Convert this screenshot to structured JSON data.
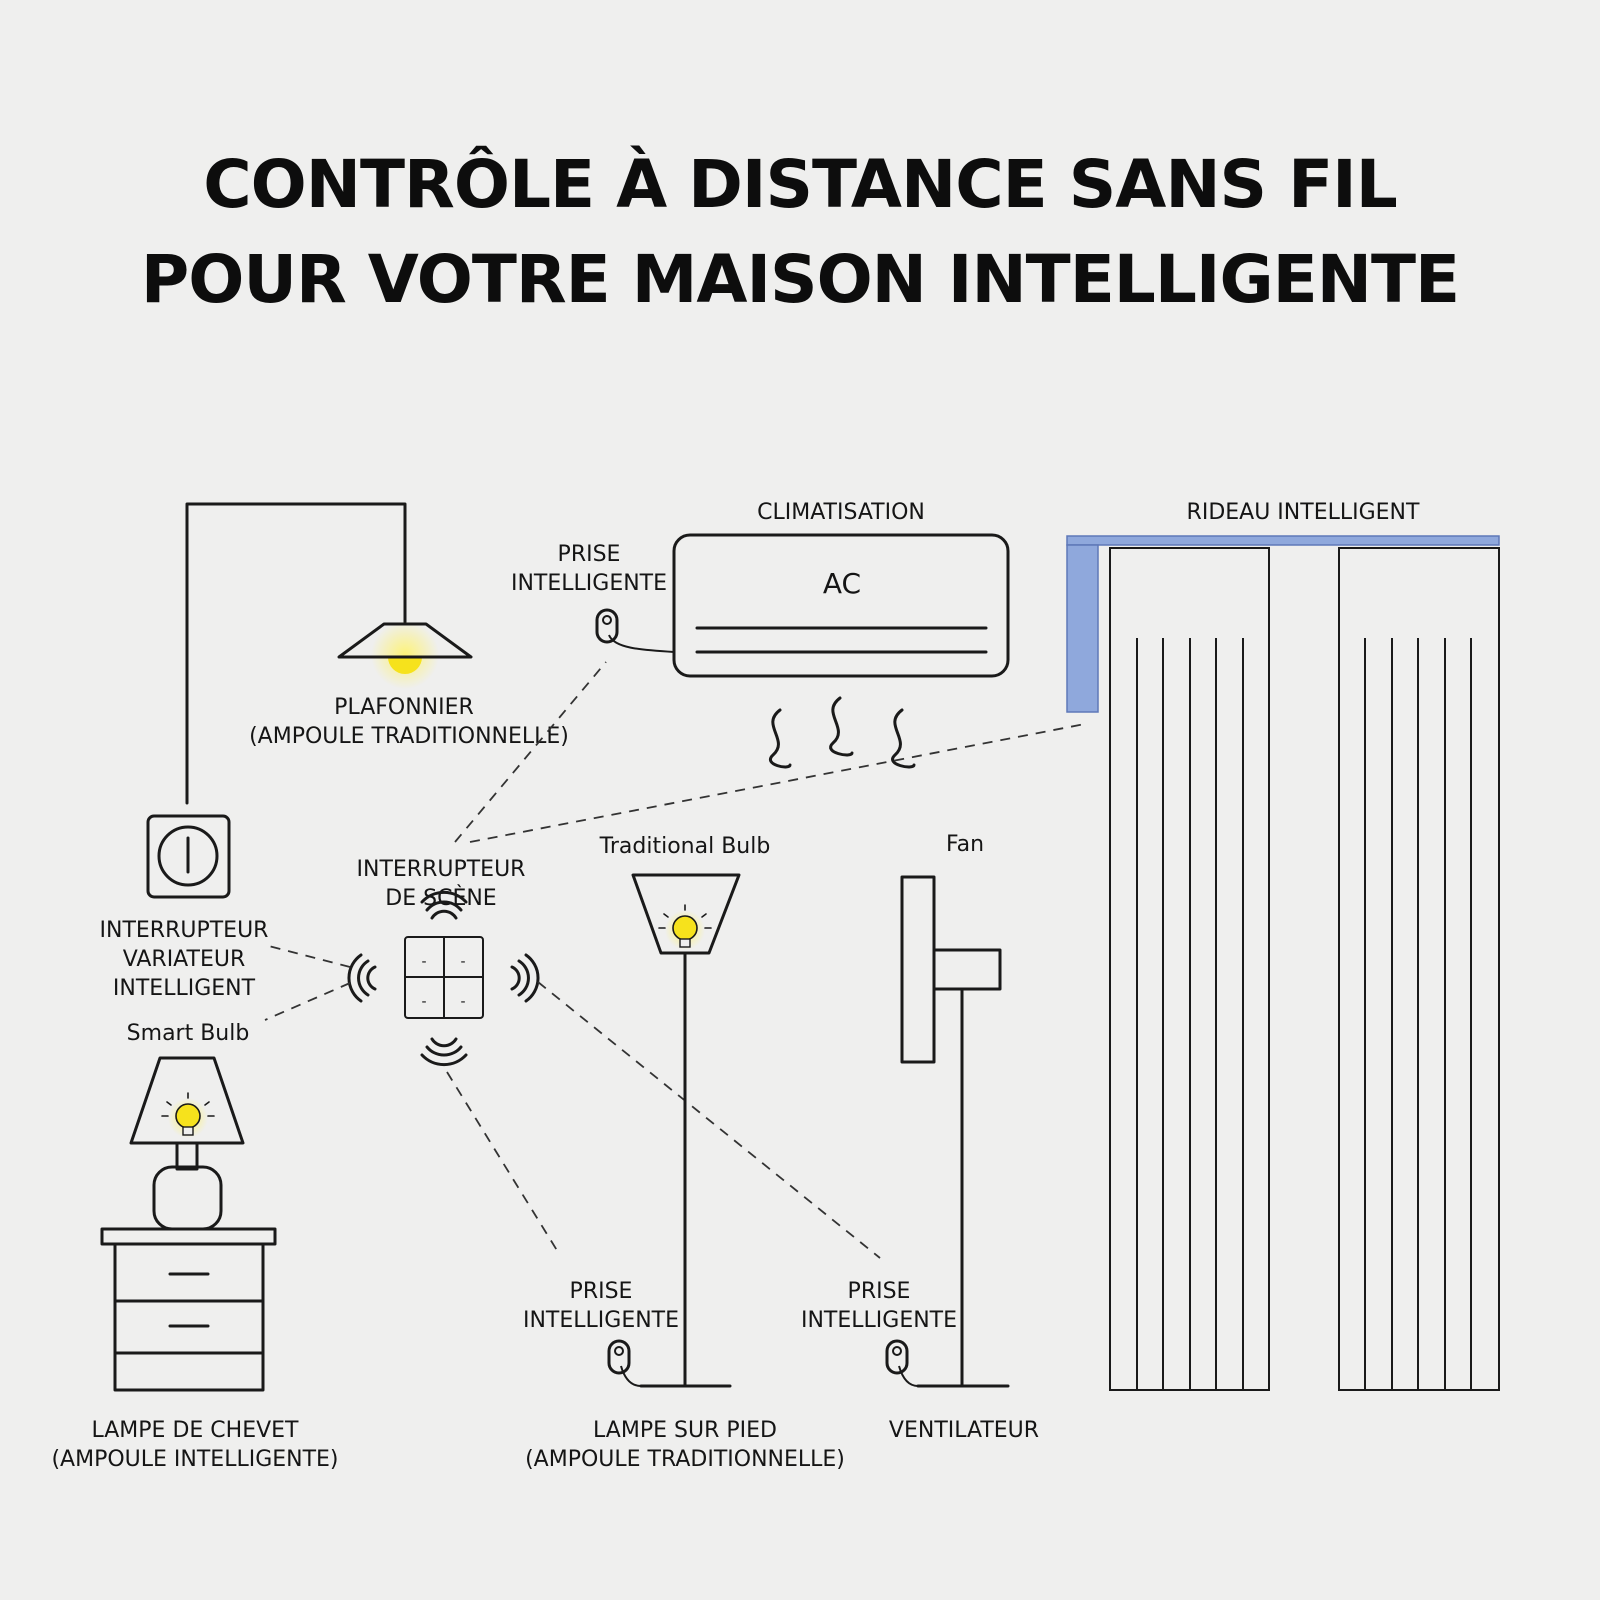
{
  "title": {
    "line1": "CONTRÔLE À DISTANCE SANS FIL",
    "line2": "POUR VOTRE MAISON INTELLIGENTE"
  },
  "labels": {
    "ceiling_light": "PLAFONNIER",
    "ceiling_light_sub": "(AMPOULE TRADITIONNELLE)",
    "air_conditioning": "CLIMATISATION",
    "ac_unit": "AC",
    "smart_plug": [
      "PRISE",
      "INTELLIGENTE"
    ],
    "smart_curtain": "RIDEAU INTELLIGENT",
    "scene_switch": [
      "INTERRUPTEUR",
      "DE SCÈNE"
    ],
    "dimmer_switch": [
      "INTERRUPTEUR",
      "VARIATEUR",
      "INTELLIGENT"
    ],
    "smart_bulb": "Smart Bulb",
    "traditional_bulb": "Traditional Bulb",
    "fan": "Fan",
    "bedside_lamp": "LAMPE DE CHEVET",
    "bedside_lamp_sub": "(AMPOULE INTELLIGENTE)",
    "floor_lamp": "LAMPE SUR PIED",
    "floor_lamp_sub": "(AMPOULE TRADITIONNELLE)",
    "fan_device": "VENTILATEUR",
    "switch_key": "-"
  },
  "colors": {
    "background": "#efefee",
    "line": "#1a1a1a",
    "curtain_rail": "#8fa8dc",
    "bulb": "#f6e21c",
    "bulb_glow": "#fff36a"
  },
  "icons": [
    "rotary-dimmer-icon",
    "scene-switch-icon",
    "signal-waves-icon",
    "bulb-icon",
    "plug-icon",
    "fan-icon",
    "curtain-icon"
  ]
}
